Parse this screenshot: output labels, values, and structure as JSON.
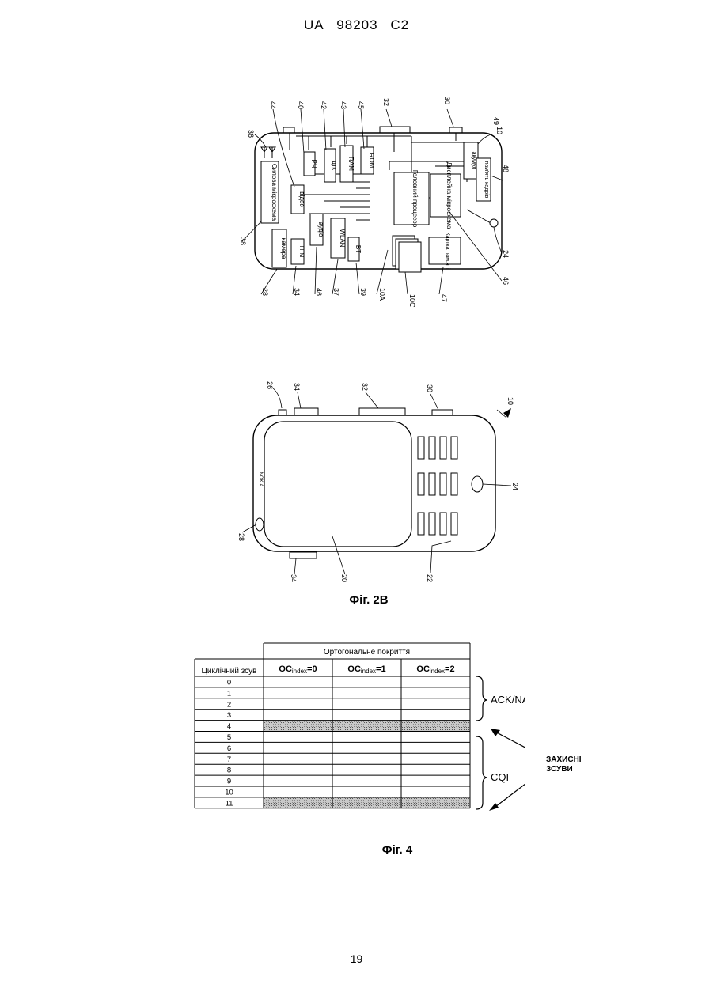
{
  "header": {
    "country": "UA",
    "number": "98203",
    "kind": "C2"
  },
  "fig2a": {
    "labels": {
      "device": "10",
      "antenna": "36",
      "video_ref": "44",
      "rf_ref": "40",
      "dtk_ref": "42",
      "ram_ref": "43",
      "rom_ref": "45",
      "top_ref": "32",
      "key_ref": "30",
      "batt_ref": "49",
      "frame_ref": "48",
      "speaker_ref": "24",
      "disp_ref": "46",
      "card_ref": "47",
      "mem_ref": "10C",
      "proc_ref": "10A",
      "bt_ref": "39",
      "wlan_ref": "37",
      "audio_ref": "46",
      "gnss_ref": "34",
      "cam_ref": "28",
      "power_ref": "38"
    },
    "blocks": {
      "rf": "РЧ",
      "dtk": "дтк",
      "ram": "RAM",
      "rom": "ROM",
      "video": "відео",
      "audio": "аудіо",
      "wlan": "WLAN",
      "bt": "BT",
      "gnss": "ГНМ",
      "camera": "камера",
      "power": "Силова мікросхема",
      "processor": "Головний процесор",
      "display": "Дисплейна мікросхема",
      "battery": "акумул",
      "frame_mem": "пам'ять кадрів",
      "card": "Картка пам.яті"
    }
  },
  "fig2b": {
    "caption": "Фіг. 2B",
    "labels": {
      "l26": "26",
      "l34a": "34",
      "l32": "32",
      "l30": "30",
      "l10": "10",
      "l24": "24",
      "l28": "28",
      "l34b": "34",
      "l20": "20",
      "l22": "22"
    },
    "brand": "NOKIA"
  },
  "fig4": {
    "caption": "Фіг. 4",
    "header_top": "Ортогональне покриття",
    "header_row": "Циклічний зсув",
    "oc_labels": [
      {
        "main": "OC",
        "sub": "index",
        "tail": "=0"
      },
      {
        "main": "OC",
        "sub": "index",
        "tail": "=1"
      },
      {
        "main": "OC",
        "sub": "index",
        "tail": "=2"
      }
    ],
    "rows": [
      "0",
      "1",
      "2",
      "3",
      "4",
      "5",
      "6",
      "7",
      "8",
      "9",
      "10",
      "11"
    ],
    "shaded_rows": [
      "4",
      "11"
    ],
    "ack_label": "ACK/NACK",
    "cqi_label": "CQI",
    "guard_label_1": "ЗАХИСНІ",
    "guard_label_2": "ЗСУВИ"
  },
  "page_number": "19"
}
